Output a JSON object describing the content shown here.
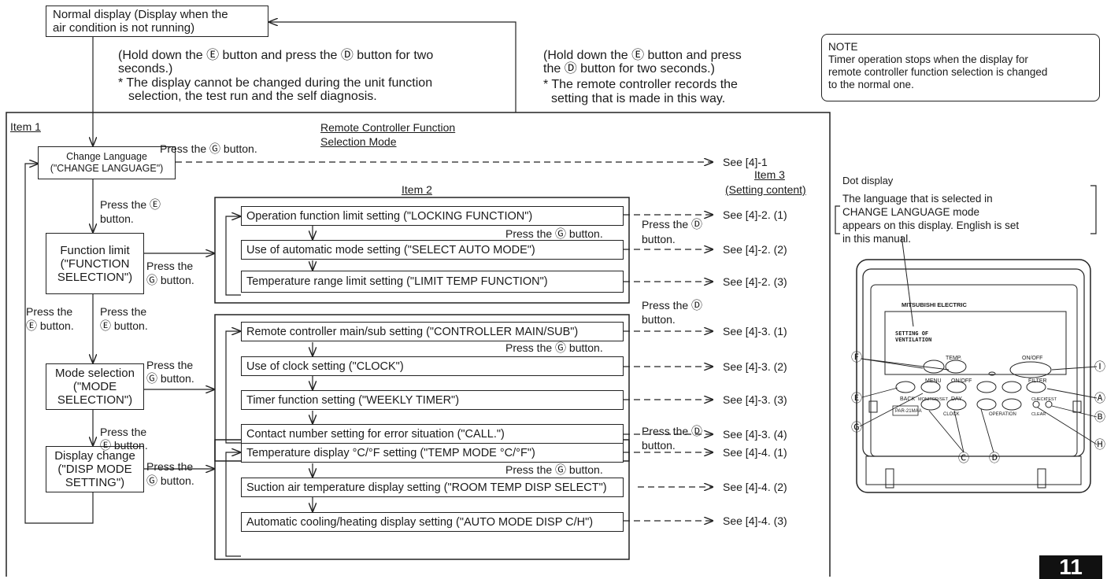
{
  "normal_display": {
    "line1": "Normal display (Display when the",
    "line2": "air condition is not running)"
  },
  "instr_left": {
    "line1": "(Hold down the Ⓔ button and press the Ⓓ button for two",
    "line2": "seconds.)",
    "line3": "* The display cannot be changed during the unit function",
    "line4": "selection, the test run and the self diagnosis."
  },
  "instr_right": {
    "line1": "(Hold down the Ⓔ button and press",
    "line2": "the Ⓓ button for two seconds.)",
    "line3": "* The remote controller records the",
    "line4": "setting that is made in this way."
  },
  "note": {
    "title": "NOTE",
    "line1": "Timer operation stops when the display for",
    "line2": "remote controller function selection is changed",
    "line3": "to the normal one."
  },
  "headers": {
    "item1": "Item 1",
    "mode_title_1": "Remote Controller Function",
    "mode_title_2": "Selection Mode",
    "item2": "Item 2",
    "item3": "Item 3",
    "item3_sub": "(Setting content)"
  },
  "item1_boxes": [
    {
      "line1": "Change Language",
      "line2": "(\"CHANGE LANGUAGE\")"
    },
    {
      "line1": "Function limit",
      "line2": "(\"FUNCTION",
      "line3": "SELECTION\")"
    },
    {
      "line1": "Mode selection",
      "line2": "(\"MODE",
      "line3": "SELECTION\")"
    },
    {
      "line1": "Display change",
      "line2": "(\"DISP MODE",
      "line3": "SETTING\")"
    }
  ],
  "press_labels": {
    "press_g_top": "Press the Ⓖ button.",
    "press_the": "Press the",
    "e_button": "Ⓔ button.",
    "g_button": "Ⓖ button.",
    "e_button_short": "button.",
    "press_the_e": "Press the Ⓔ",
    "press_the_spaced": "Press  the",
    "press_the_d": "Press the Ⓓ",
    "d_button": "button.",
    "press_g": "Press the Ⓖ button."
  },
  "group1": [
    "Operation function limit setting (\"LOCKING FUNCTION\")",
    "Use of automatic mode setting (\"SELECT AUTO MODE\")",
    "Temperature range limit setting (\"LIMIT TEMP FUNCTION\")"
  ],
  "group2": [
    "Remote controller main/sub setting (\"CONTROLLER MAIN/SUB\")",
    "Use of clock setting (\"CLOCK\")",
    "Timer function setting (\"WEEKLY TIMER\")",
    "Contact number setting for error situation (\"CALL.\")"
  ],
  "group3": [
    "Temperature display °C/°F setting (\"TEMP MODE °C/°F\")",
    "Suction air temperature display setting (\"ROOM TEMP DISP SELECT\")",
    "Automatic cooling/heating display setting (\"AUTO MODE DISP C/H\")"
  ],
  "see_refs": {
    "lang": "See [4]-1",
    "g1": [
      "See [4]-2. (1)",
      "See [4]-2. (2)",
      "See [4]-2. (3)"
    ],
    "g2": [
      "See [4]-3. (1)",
      "See [4]-3. (2)",
      "See [4]-3. (3)",
      "See [4]-3. (4)"
    ],
    "g3": [
      "See [4]-4. (1)",
      "See [4]-4. (2)",
      "See [4]-4. (3)"
    ]
  },
  "dot_display": {
    "title": "Dot display",
    "line1": "The language that is selected in",
    "line2": "CHANGE LANGUAGE mode",
    "line3": "appears on this display. English is set",
    "line4": "in this manual."
  },
  "remote": {
    "brand": "MITSUBISHI ELECTRIC",
    "lcd1": "SETTING OF",
    "lcd2": "VENTILATION",
    "temp": "TEMP.",
    "onoff": "ON/OFF",
    "filter": "FILTER",
    "check": "CHECK",
    "test": "TEST",
    "back": "BACK",
    "monitor": "MONITOR/SET",
    "day": "DAY",
    "clear": "CLEAR",
    "clock": "CLOCK",
    "operation": "OPERATION",
    "model": "PAR-21MAA",
    "menu": "MENU",
    "onoff2": "ON/OFF",
    "callouts": {
      "F": "Ⓕ",
      "E": "Ⓔ",
      "G": "Ⓖ",
      "C": "Ⓒ",
      "D": "Ⓓ",
      "I": "Ⓘ",
      "A": "Ⓐ",
      "B": "Ⓑ",
      "H": "Ⓗ"
    }
  },
  "page_number": "11"
}
